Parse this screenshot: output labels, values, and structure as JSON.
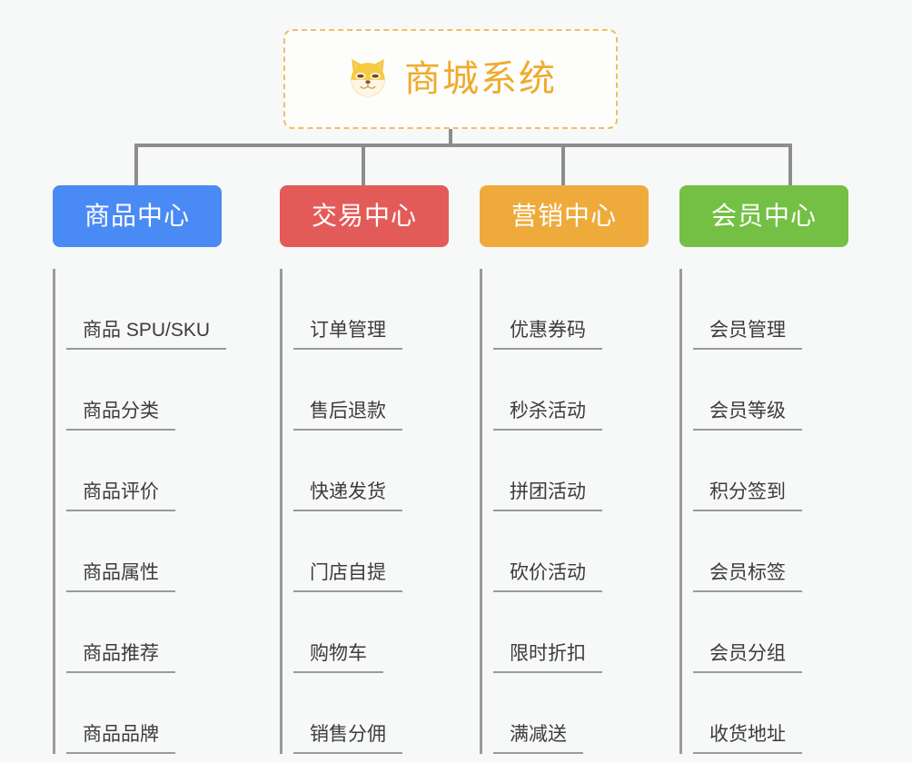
{
  "diagram": {
    "type": "org-chart",
    "background_color": "#f7f8f8",
    "connector_color": "#8d8d8d",
    "root": {
      "title": "商城系统",
      "icon": "shiba-dog-face-icon",
      "text_color": "#eeab2c",
      "border_color": "#f0c060",
      "background_color": "#fdfdfc"
    },
    "branches": [
      {
        "label": "商品中心",
        "color": "#4a8af4",
        "items": [
          "商品 SPU/SKU",
          "商品分类",
          "商品评价",
          "商品属性",
          "商品推荐",
          "商品品牌"
        ]
      },
      {
        "label": "交易中心",
        "color": "#e35b58",
        "items": [
          "订单管理",
          "售后退款",
          "快递发货",
          "门店自提",
          "购物车",
          "销售分佣"
        ]
      },
      {
        "label": "营销中心",
        "color": "#eeab3c",
        "items": [
          "优惠券码",
          "秒杀活动",
          "拼团活动",
          "砍价活动",
          "限时折扣",
          "满减送"
        ]
      },
      {
        "label": "会员中心",
        "color": "#74c044",
        "items": [
          "会员管理",
          "会员等级",
          "积分签到",
          "会员标签",
          "会员分组",
          "收货地址"
        ]
      }
    ]
  }
}
